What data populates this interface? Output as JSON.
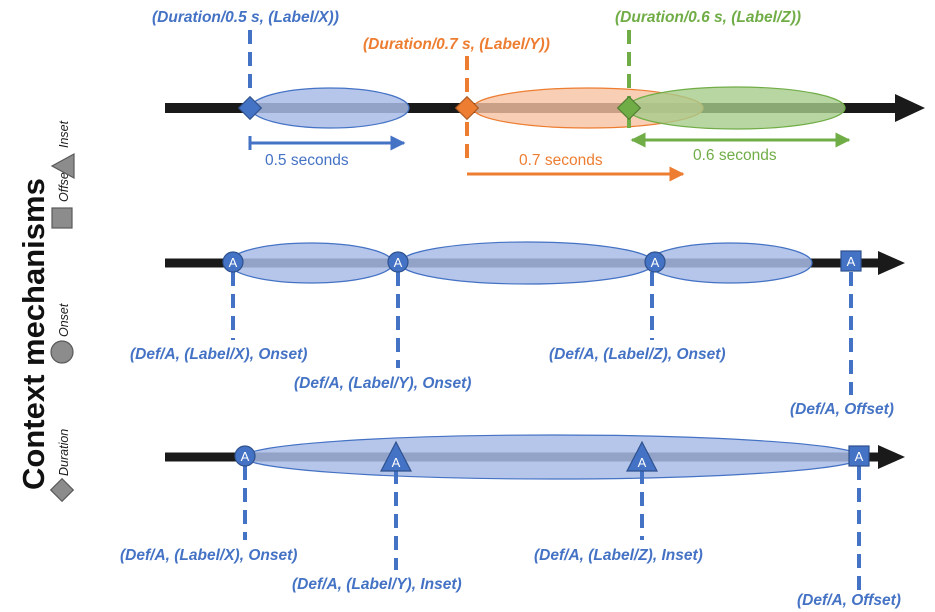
{
  "legend": {
    "title": "Context mechanisms",
    "items": [
      {
        "shape": "diamond",
        "label": "Duration"
      },
      {
        "shape": "circle",
        "label": "Onset"
      },
      {
        "shape": "square",
        "label": "Offset"
      },
      {
        "shape": "triangle",
        "label": "Inset"
      }
    ]
  },
  "colors": {
    "blue": "#4472C4",
    "orange": "#ED7D31",
    "green": "#70AD47",
    "axis": "#1a1a1a",
    "blue_fill": "#A9BCE6",
    "orange_fill": "#F6C2A1",
    "green_fill": "#A6CC8B",
    "legend_gray": "#8C8C8C"
  },
  "panel1": {
    "labels": {
      "x": "(Duration/0.5 s, (Label/X))",
      "y": "(Duration/0.7 s, (Label/Y))",
      "z": "(Duration/0.6 s, (Label/Z))"
    },
    "durations": {
      "x": "0.5 seconds",
      "y": "0.7 seconds",
      "z": "0.6 seconds"
    }
  },
  "panel2": {
    "marker_letter": "A",
    "labels": {
      "x": "(Def/A, (Label/X), Onset)",
      "y": "(Def/A, (Label/Y), Onset)",
      "z": "(Def/A, (Label/Z), Onset)",
      "off": "(Def/A, Offset)"
    }
  },
  "panel3": {
    "marker_letter": "A",
    "labels": {
      "x": "(Def/A, (Label/X), Onset)",
      "y": "(Def/A, (Label/Y), Inset)",
      "z": "(Def/A, (Label/Z), Inset)",
      "off": "(Def/A, Offset)"
    }
  }
}
